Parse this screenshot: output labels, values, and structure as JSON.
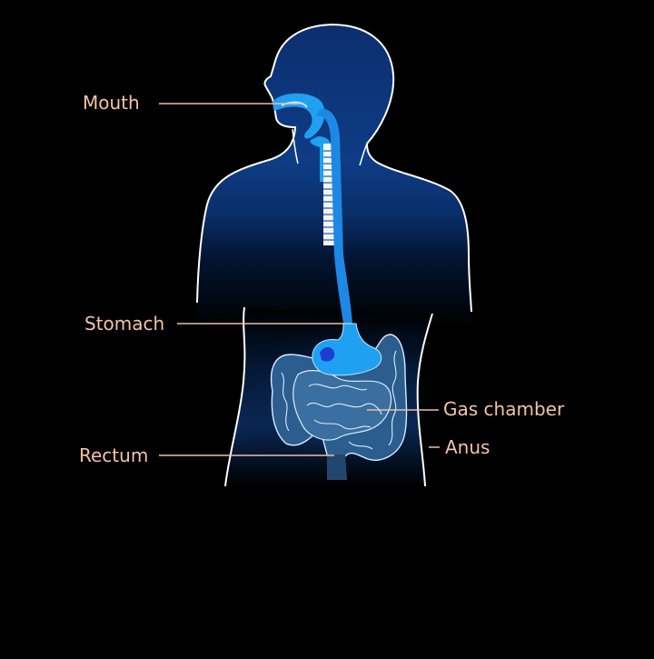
{
  "diagram": {
    "labels": {
      "mouth": "Mouth",
      "stomach": "Stomach",
      "rectum": "Rectum",
      "gas_chamber": "Gas chamber",
      "anus": "Anus"
    }
  },
  "colors": {
    "background": "#000000",
    "label_text": "#f2c4a8",
    "leader_line": "#e9c0a8",
    "outline": "#ffffff",
    "body_top": "#0e3c86",
    "body_bottom": "#000000",
    "digestive_tract": "#1e88e5",
    "stomach_fill": "#1fa0f0",
    "intestine_fill": "#2e5f8a"
  }
}
